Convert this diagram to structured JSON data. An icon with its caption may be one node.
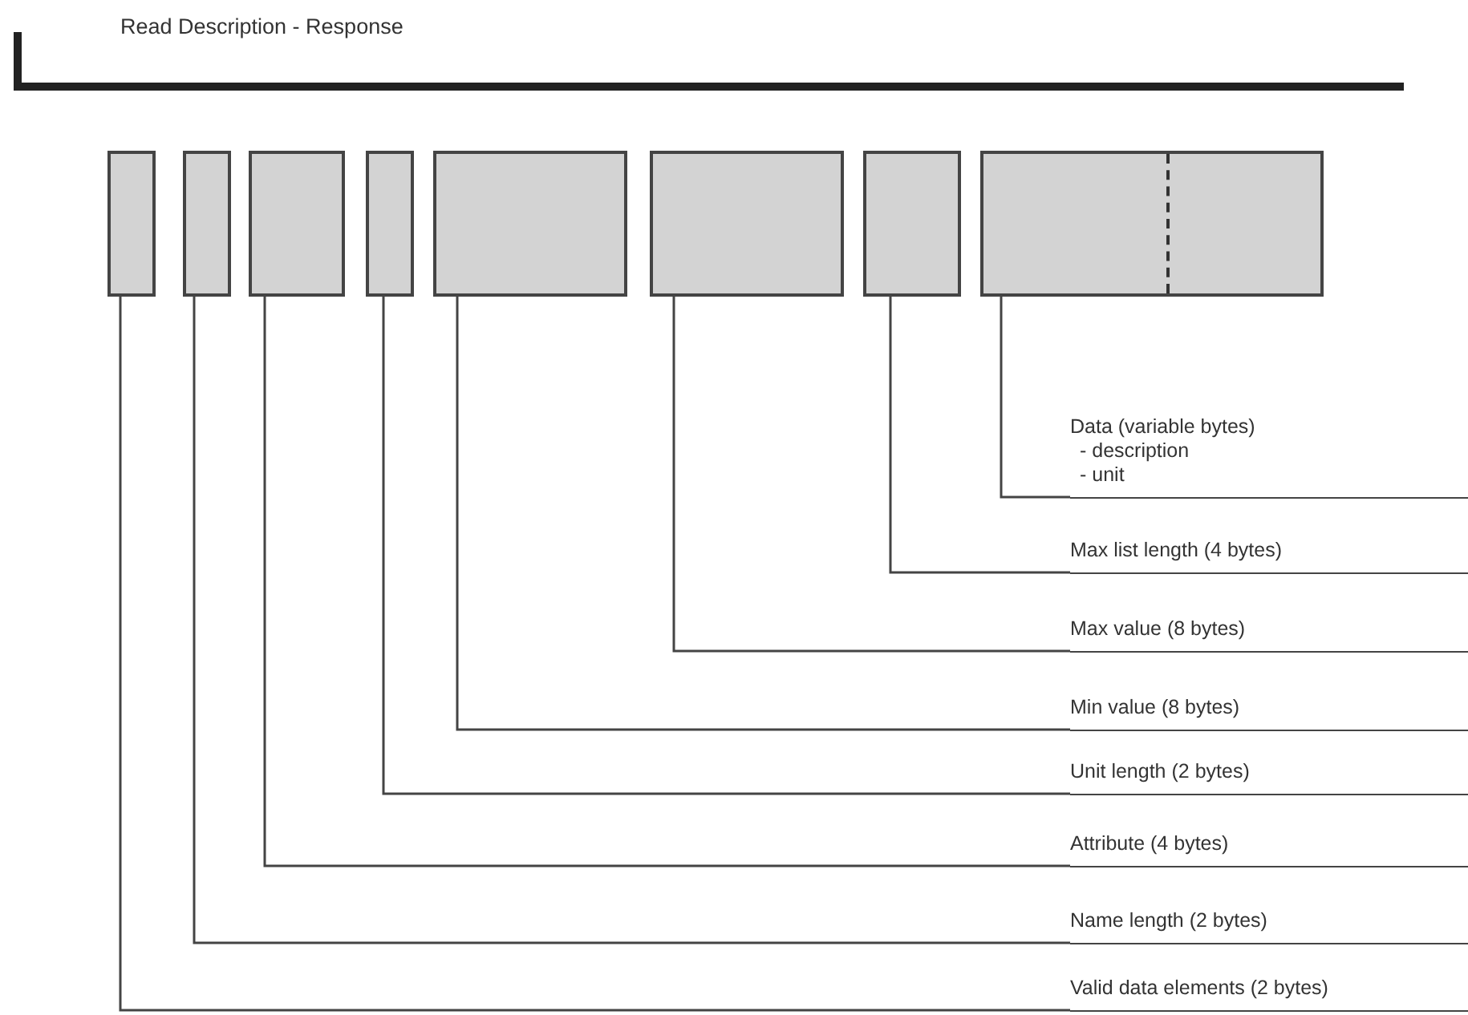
{
  "diagram": {
    "title": "Read Description - Response",
    "nodes": [
      {
        "text": [],
        "shape": "box"
      },
      {
        "text": [],
        "shape": "box"
      },
      {
        "text": [],
        "shape": "box"
      },
      {
        "text": [],
        "shape": "box"
      },
      {
        "text": [],
        "shape": "box"
      },
      {
        "text": [],
        "shape": "box"
      },
      {
        "text": [],
        "shape": "box"
      },
      {
        "text": [],
        "shape": "box"
      },
      {
        "text": [
          "Data (variable bytes)",
          "- description",
          "- unit"
        ]
      },
      {
        "text": [
          "Max list length (4 bytes)"
        ]
      },
      {
        "text": [
          "Max value (8 bytes)"
        ]
      },
      {
        "text": [
          "Min value (8 bytes)"
        ]
      },
      {
        "text": [
          "Unit length (2 bytes)"
        ]
      },
      {
        "text": [
          "Attribute (4 bytes)"
        ]
      },
      {
        "text": [
          "Name length (2 bytes)"
        ]
      },
      {
        "text": [
          "Valid data elements (2 bytes)"
        ]
      }
    ],
    "edges": [
      {
        "from": 8,
        "to": 7,
        "arrow": "none"
      },
      {
        "from": 9,
        "to": 6,
        "arrow": "none"
      },
      {
        "from": 10,
        "to": 5,
        "arrow": "none"
      },
      {
        "from": 11,
        "to": 4,
        "arrow": "none"
      },
      {
        "from": 12,
        "to": 3,
        "arrow": "none"
      },
      {
        "from": 13,
        "to": 2,
        "arrow": "none"
      },
      {
        "from": 14,
        "to": 1,
        "arrow": "none"
      },
      {
        "from": 15,
        "to": 0,
        "arrow": "none"
      }
    ]
  }
}
